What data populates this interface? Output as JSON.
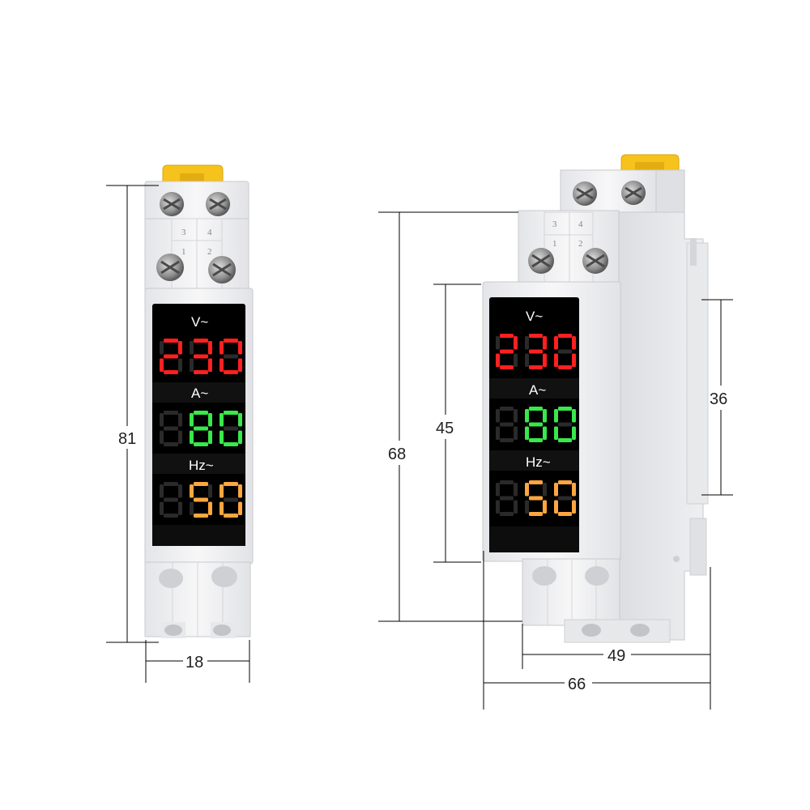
{
  "colors": {
    "voltage": "#ff2020",
    "current": "#39e84a",
    "frequency": "#ffa640",
    "dim_segment": "#2a2a2a",
    "housing": "#f1f1f3",
    "housing_shade": "#d9dadd",
    "display_bg": "#000000",
    "latch": "#f6c21c",
    "dim_line": "#000000"
  },
  "device": {
    "displays": [
      {
        "label": "V~",
        "value": "230",
        "color_key": "voltage"
      },
      {
        "label": "A~",
        "value": "80",
        "color_key": "current"
      },
      {
        "label": "Hz~",
        "value": "50",
        "color_key": "frequency"
      }
    ],
    "terminals_top": [
      "3",
      "4"
    ],
    "terminals_bottom": [
      "1",
      "2"
    ]
  },
  "dimensions": {
    "front_height": "81",
    "front_width": "18",
    "side_total_height": "68",
    "side_front_height": "45",
    "side_rail_height": "36",
    "side_depth_inner": "49",
    "side_depth_total": "66"
  }
}
